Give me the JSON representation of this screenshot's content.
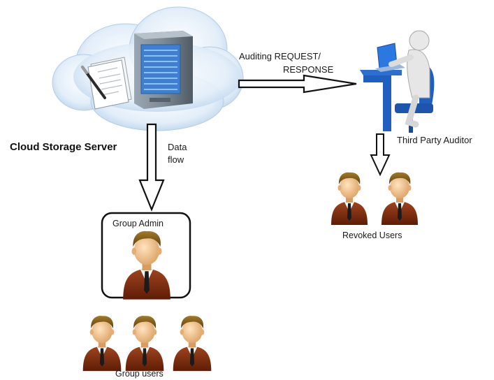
{
  "nodes": {
    "cloud_server": {
      "label": "Cloud Storage Server"
    },
    "auditor": {
      "label": "Third Party Auditor"
    },
    "group_admin": {
      "label": "Group Admin"
    },
    "group_users": {
      "label": "Group users"
    },
    "revoked_users": {
      "label": "Revoked Users"
    }
  },
  "edges": {
    "audit": {
      "label_line1": "Auditing REQUEST/",
      "label_line2": "RESPONSE"
    },
    "data_flow": {
      "label_line1": "Data",
      "label_line2": "flow"
    }
  },
  "colors": {
    "cloud_fill": "#dbe9f7",
    "cloud_edge": "#a9c7e6",
    "server_body": "#6f7e8c",
    "server_panel": "#4a90d9",
    "auditor_chair": "#1f5fbf",
    "person_suit": "#7a2a0e",
    "person_hair": "#7a5a1a",
    "person_skin": "#f0c58e",
    "arrow_stroke": "#111111"
  },
  "icons": [
    "cloud-icon",
    "server-icon",
    "contract-document-icon",
    "auditor-at-desk-icon",
    "user-icon"
  ]
}
